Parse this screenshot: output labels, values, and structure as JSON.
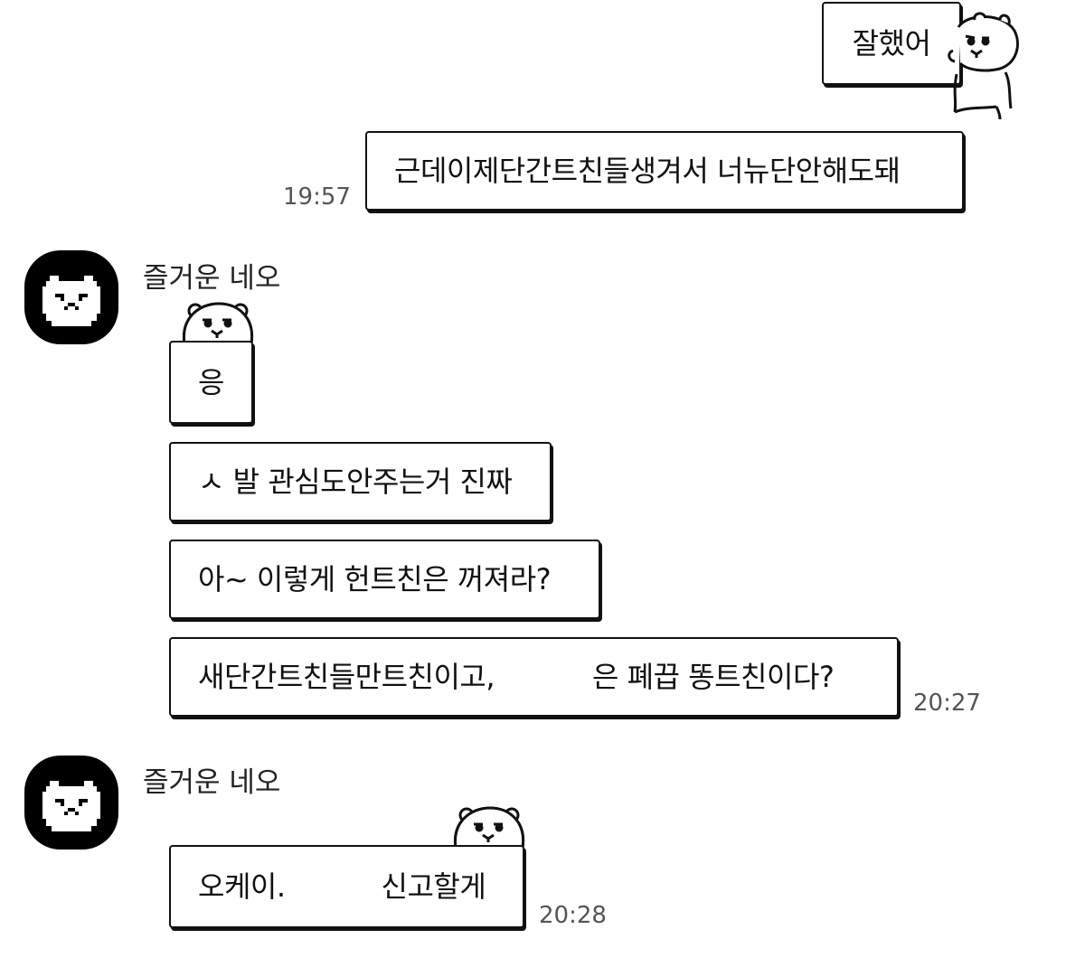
{
  "messages": [
    {
      "id": "m1",
      "side": "right",
      "text": "잘했어"
    },
    {
      "id": "m2",
      "side": "right",
      "text": "근데이제단간트친들생겨서 너뉴단안해도돼",
      "time": "19:57"
    },
    {
      "id": "g1",
      "side": "left",
      "sender": "즐거운 네오",
      "bubbles": [
        {
          "text": "응"
        },
        {
          "text": "ㅅ 발 관심도안주는거 진짜"
        },
        {
          "text": "아~ 이렇게 헌트친은 꺼져라?"
        },
        {
          "text_before": "새단간트친들만트친이고,",
          "text_after": "은 폐끕 똥트친이다?",
          "time": "20:27"
        }
      ]
    },
    {
      "id": "g2",
      "side": "left",
      "sender": "즐거운 네오",
      "bubbles": [
        {
          "text_before": "오케이.",
          "text_after": "신고할게",
          "time": "20:28"
        }
      ]
    }
  ],
  "colors": {
    "background": "#ffffff",
    "border": "#111111",
    "avatar": "#000000",
    "time": "#555555"
  },
  "icons": {
    "avatar": "neo-bear-pixel-avatar",
    "sticker": "bear-peeking-icon"
  }
}
